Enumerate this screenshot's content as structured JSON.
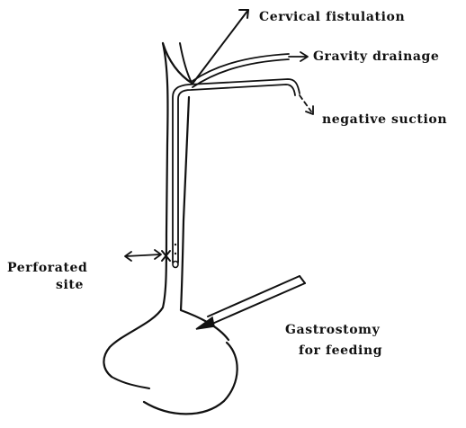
{
  "labels": {
    "cervical_fistulation": "Cervical fistulation",
    "gravity_drainage": "Gravity drainage",
    "negative_suction": "negative suction",
    "perforated_line1": "Perforated",
    "perforated_line2": "site",
    "gastrostomy_line1": "Gastrostomy",
    "gastrostomy_line2": "for feeding"
  },
  "colors": {
    "ink": "#111111",
    "background": "#ffffff"
  }
}
